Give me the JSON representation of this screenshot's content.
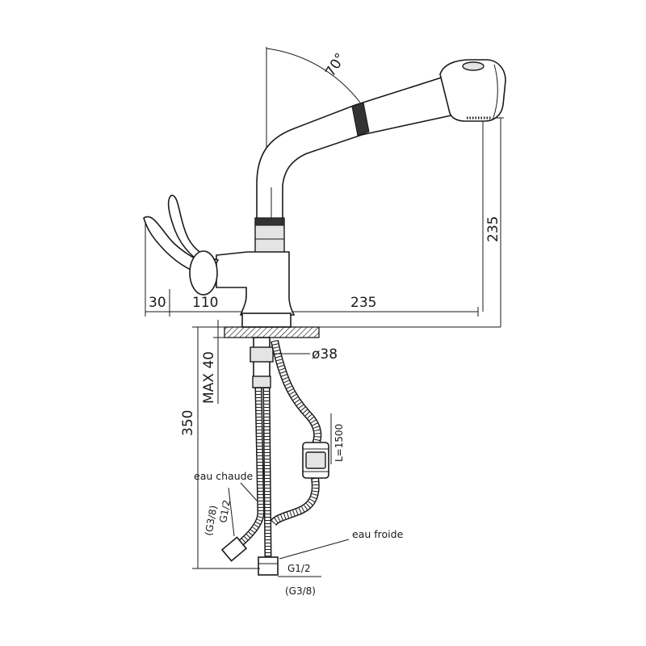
{
  "dimensions": {
    "angle": "70°",
    "spout_height": "235",
    "handle_offset": "30",
    "handle_length": "110",
    "spout_reach": "235",
    "base_diameter": "ø38",
    "max_thickness": "MAX 40",
    "shank_length": "350",
    "hose_length": "L=1500"
  },
  "connections": {
    "hot_label": "eau chaude",
    "hot_thread": "G1/2",
    "hot_thread_alt": "(G3/8)",
    "cold_label": "eau froide",
    "cold_thread": "G1/2",
    "cold_thread_alt": "(G3/8)"
  },
  "colors": {
    "line": "#1a1a1a",
    "ring": "#333333",
    "background": "#ffffff"
  }
}
